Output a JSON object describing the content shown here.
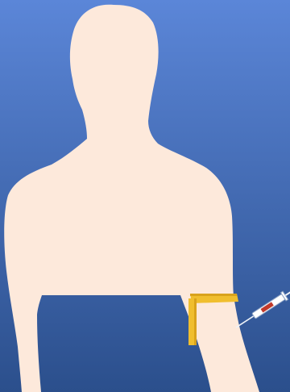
{
  "scene": {
    "subject": "human-torso-silhouette",
    "tourniquet": "arm-band",
    "instrument": "syringe-needle"
  },
  "colors": {
    "background_top": "#5b86d8",
    "background_bottom": "#2b4f8c",
    "skin": "#fde9db",
    "tourniquet": "#f0be2e",
    "tourniquet_shadow": "#d9a21c",
    "syringe_body": "#ffffff",
    "syringe_outline": "#8fa4c6",
    "syringe_blood": "#c0392b",
    "needle": "#eef2f8"
  }
}
